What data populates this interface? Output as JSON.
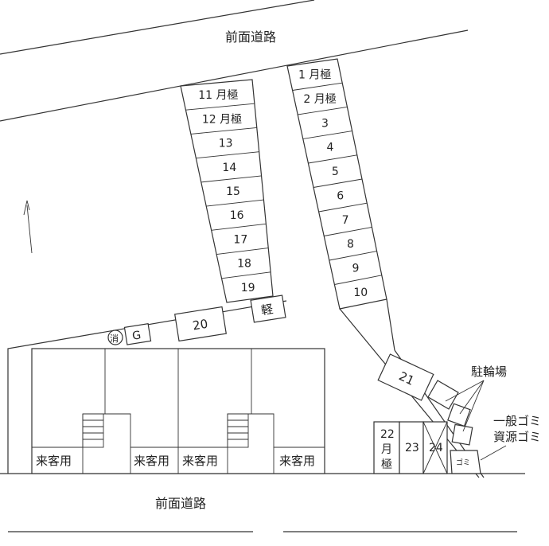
{
  "roads": {
    "top": "前面道路",
    "bottom": "前面道路"
  },
  "left_column": [
    {
      "label": "11 月極"
    },
    {
      "label": "12 月極"
    },
    {
      "label": "13"
    },
    {
      "label": "14"
    },
    {
      "label": "15"
    },
    {
      "label": "16"
    },
    {
      "label": "17"
    },
    {
      "label": "18"
    },
    {
      "label": "19"
    }
  ],
  "right_column": [
    {
      "label": "1 月極"
    },
    {
      "label": "2 月極"
    },
    {
      "label": "3"
    },
    {
      "label": "4"
    },
    {
      "label": "5"
    },
    {
      "label": "6"
    },
    {
      "label": "7"
    },
    {
      "label": "8"
    },
    {
      "label": "9"
    },
    {
      "label": "10"
    }
  ],
  "spaces": {
    "s20": "20",
    "kei": "軽",
    "g": "G",
    "shou": "消",
    "s21": "21",
    "s22_line1": "22",
    "s22_line2": "月",
    "s22_line3": "極",
    "s23": "23",
    "s24": "24",
    "gomi_small": "ゴミ"
  },
  "visitor_spaces": [
    "来客用",
    "来客用",
    "来客用",
    "来客用"
  ],
  "labels": {
    "bicycle": "駐輪場",
    "general_trash": "一般ゴミ",
    "recycle_trash": "資源ゴミ"
  }
}
